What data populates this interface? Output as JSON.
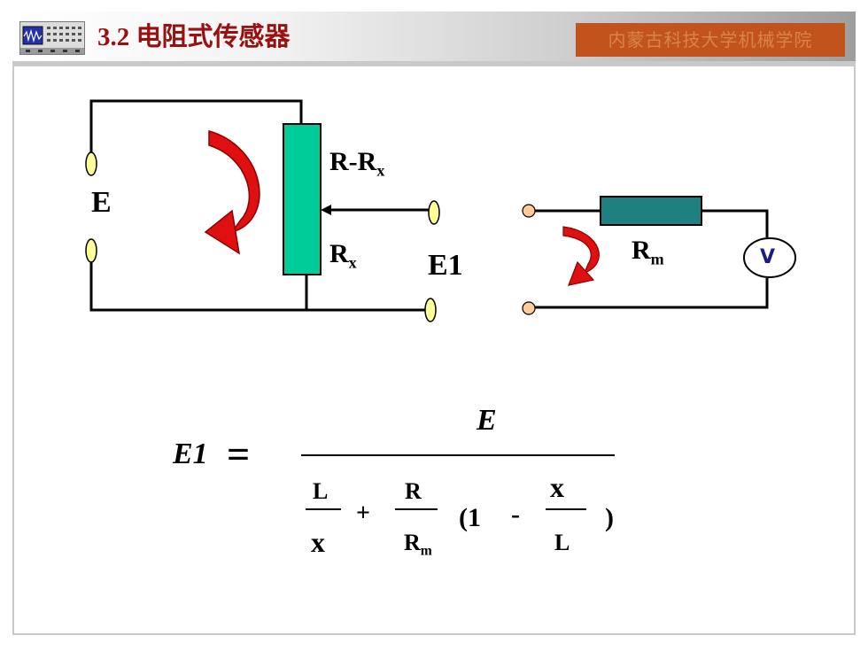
{
  "header": {
    "title": "3.2 电阻式传感器",
    "institution": "内蒙古科技大学机械学院",
    "icon": "oscilloscope-icon"
  },
  "circuit_left": {
    "source_label": "E",
    "upper_resistor": {
      "main": "R-R",
      "sub": "x"
    },
    "lower_resistor": {
      "main": "R",
      "sub": "x"
    },
    "output_label": "E1"
  },
  "circuit_right": {
    "load_resistor": {
      "main": "R",
      "sub": "m"
    },
    "meter_label": "V"
  },
  "formula": {
    "lhs": "E1",
    "equals": "=",
    "numerator": "E",
    "term1": {
      "num": "L",
      "den": "x"
    },
    "plus": "+",
    "term2": {
      "num": "R",
      "den_main": "R",
      "den_sub": "m"
    },
    "open_paren": "(1",
    "minus": "-",
    "term3": {
      "num": "x",
      "den": "L"
    },
    "close_paren": ")"
  },
  "colors": {
    "title": "#9a1010",
    "badge_bg": "#c0541c",
    "badge_text": "#d9844c",
    "potentiometer": "#00cc99",
    "load_resistor": "#1f8080",
    "arrow": "#e01010",
    "terminal_left": "#ffff99",
    "terminal_right": "#ffcc99"
  }
}
